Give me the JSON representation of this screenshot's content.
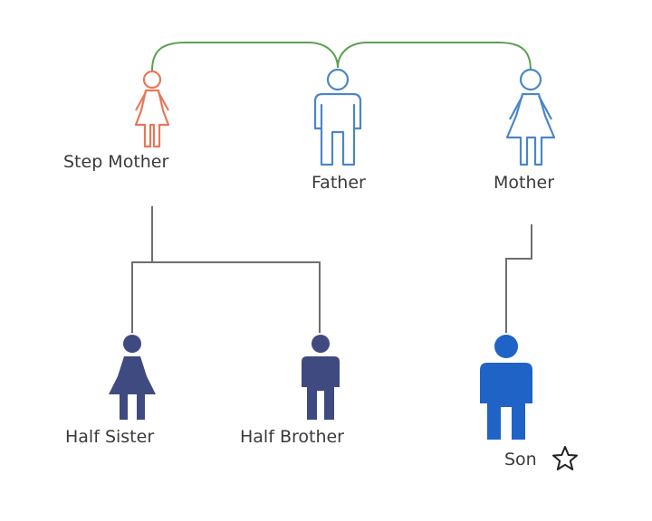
{
  "people": {
    "step_mother": "Step Mother",
    "father": "Father",
    "mother": "Mother",
    "half_sister": "Half Sister",
    "half_brother": "Half Brother",
    "son": "Son"
  },
  "icons": {
    "step_mother": "female-outline-icon",
    "father": "male-outline-icon",
    "mother": "female-outline-icon",
    "half_sister": "female-solid-icon",
    "half_brother": "male-solid-icon",
    "son": "male-solid-icon",
    "marker": "star-outline-icon"
  },
  "colors": {
    "step_mother": "#e8775a",
    "parents_outline": "#4a86c8",
    "half_siblings": "#3f4a80",
    "son": "#1f63c6",
    "marriage_line": "#5aa04f",
    "descent_line": "#6e6e6e"
  }
}
